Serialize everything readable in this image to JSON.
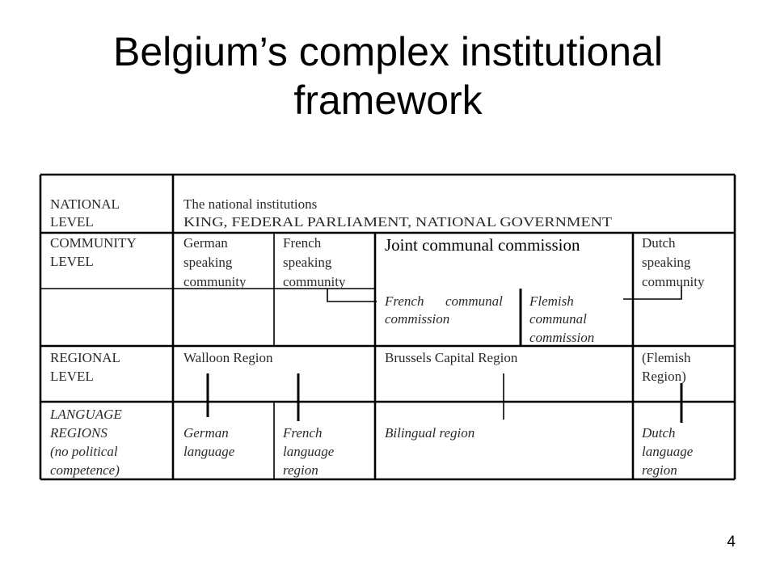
{
  "slide": {
    "title_line1": "Belgium’s complex institutional",
    "title_line2": "framework",
    "page_number": "4"
  },
  "table": {
    "national": {
      "label": [
        "NATIONAL",
        "LEVEL"
      ],
      "text": [
        "The national institutions",
        "KING, FEDERAL PARLIAMENT, NATIONAL GOVERNMENT"
      ]
    },
    "community": {
      "label": [
        "COMMUNITY",
        "LEVEL"
      ],
      "german": [
        "German",
        "speaking",
        "community"
      ],
      "french": [
        "French",
        "speaking",
        "community"
      ],
      "joint": "Joint communal commission",
      "dutch": [
        "Dutch",
        "speaking",
        "community"
      ],
      "french_commission": [
        "French",
        "communal",
        "commission"
      ],
      "flemish_commission": [
        "Flemish",
        "communal",
        "commission"
      ]
    },
    "regional": {
      "label": [
        "REGIONAL",
        "LEVEL"
      ],
      "walloon": "Walloon Region",
      "brussels": "Brussels Capital Region",
      "flemish": [
        "(Flemish",
        "Region)"
      ]
    },
    "language": {
      "label": [
        "LANGUAGE",
        "REGIONS",
        "(no political",
        "competence)"
      ],
      "german": [
        "German",
        "language"
      ],
      "french": [
        "French",
        "language",
        "region"
      ],
      "bilingual": "Bilingual region",
      "dutch": [
        "Dutch",
        "language",
        "region"
      ]
    }
  }
}
